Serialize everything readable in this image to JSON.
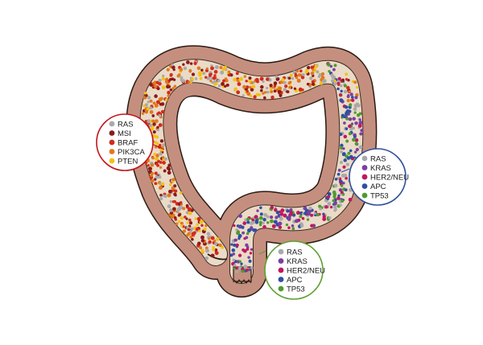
{
  "colors": {
    "colon_wall": "#c48f7e",
    "colon_outline": "#2a1a14",
    "lumen": "#eadbc8"
  },
  "legends": [
    {
      "id": "left",
      "border_color": "#c0161b",
      "items": [
        {
          "label": "RAS",
          "color": "#a9a9a9"
        },
        {
          "label": "MSI",
          "color": "#8b1a1a"
        },
        {
          "label": "BRAF",
          "color": "#d42a1c"
        },
        {
          "label": "PIK3CA",
          "color": "#e0791c"
        },
        {
          "label": "PTEN",
          "color": "#f2c114"
        }
      ]
    },
    {
      "id": "right",
      "border_color": "#2f4f9a",
      "items": [
        {
          "label": "RAS",
          "color": "#a9a9a9"
        },
        {
          "label": "KRAS",
          "color": "#7b3fa0"
        },
        {
          "label": "HER2/NEU",
          "color": "#c0175e"
        },
        {
          "label": "APC",
          "color": "#2d4fa3"
        },
        {
          "label": "TP53",
          "color": "#4f9a2e"
        }
      ]
    },
    {
      "id": "bottom",
      "border_color": "#5f9f32",
      "items": [
        {
          "label": "RAS",
          "color": "#a9a9a9"
        },
        {
          "label": "KRAS",
          "color": "#7b3fa0"
        },
        {
          "label": "HER2/NEU",
          "color": "#c0175e"
        },
        {
          "label": "APC",
          "color": "#2d4fa3"
        },
        {
          "label": "TP53",
          "color": "#4f9a2e"
        }
      ]
    }
  ]
}
